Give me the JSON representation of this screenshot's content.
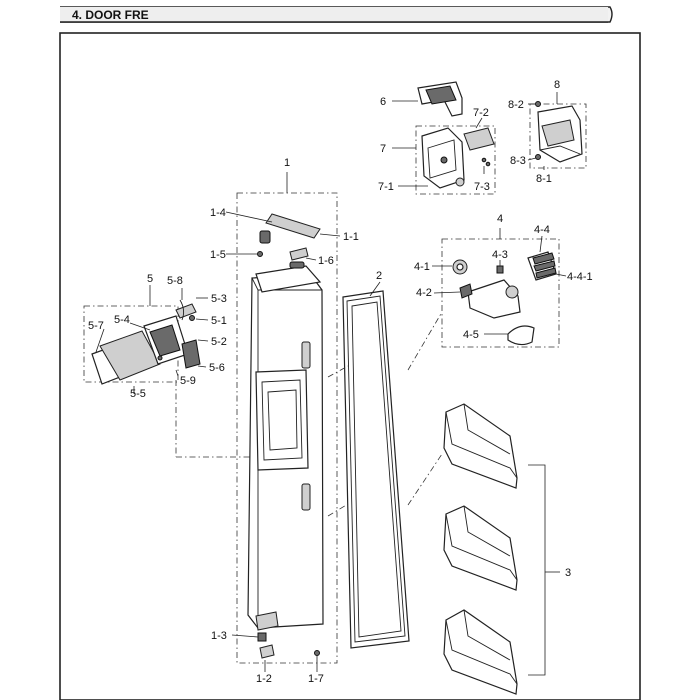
{
  "header": {
    "title": "4. DOOR FRE"
  },
  "callouts": {
    "c1": "1",
    "c1_1": "1-1",
    "c1_2": "1-2",
    "c1_3": "1-3",
    "c1_4": "1-4",
    "c1_5": "1-5",
    "c1_6": "1-6",
    "c1_7": "1-7",
    "c2": "2",
    "c3": "3",
    "c4": "4",
    "c4_1": "4-1",
    "c4_2": "4-2",
    "c4_3": "4-3",
    "c4_4": "4-4",
    "c4_4_1": "4-4-1",
    "c4_5": "4-5",
    "c5": "5",
    "c5_1": "5-1",
    "c5_2": "5-2",
    "c5_3": "5-3",
    "c5_4": "5-4",
    "c5_5": "5-5",
    "c5_6": "5-6",
    "c5_7": "5-7",
    "c5_8": "5-8",
    "c5_9": "5-9",
    "c6": "6",
    "c7": "7",
    "c7_1": "7-1",
    "c7_2": "7-2",
    "c7_3": "7-3",
    "c8": "8",
    "c8_1": "8-1",
    "c8_2": "8-2",
    "c8_3": "8-3"
  }
}
